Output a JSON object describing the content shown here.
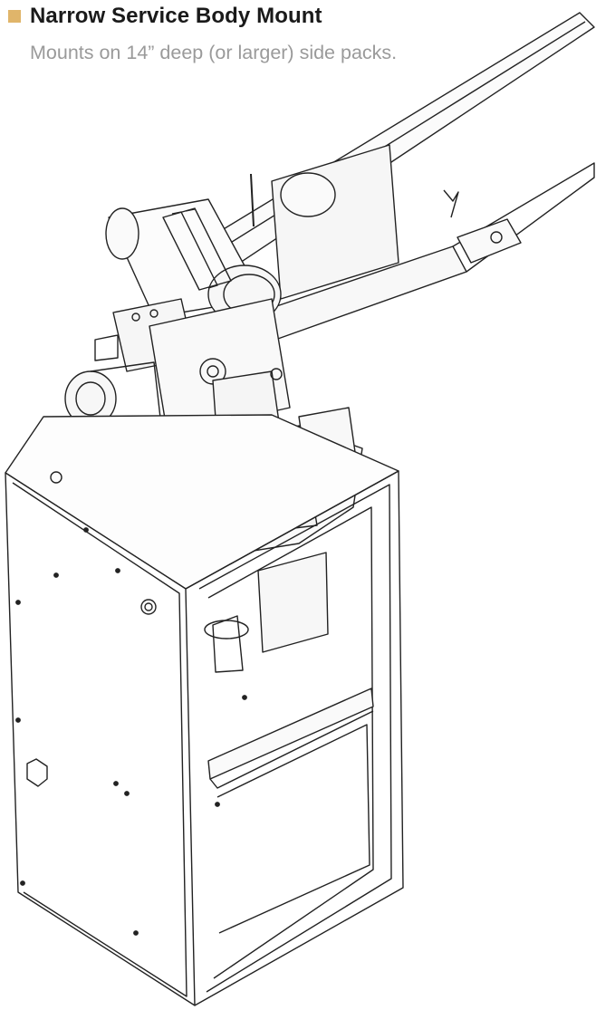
{
  "section": {
    "title": "Narrow Service Body Mount",
    "description": "Mounts on 14” deep (or larger) side packs.",
    "bullet_color": "#e0b56a"
  },
  "illustration": {
    "subject": "crane-on-service-body-mount-line-drawing"
  }
}
